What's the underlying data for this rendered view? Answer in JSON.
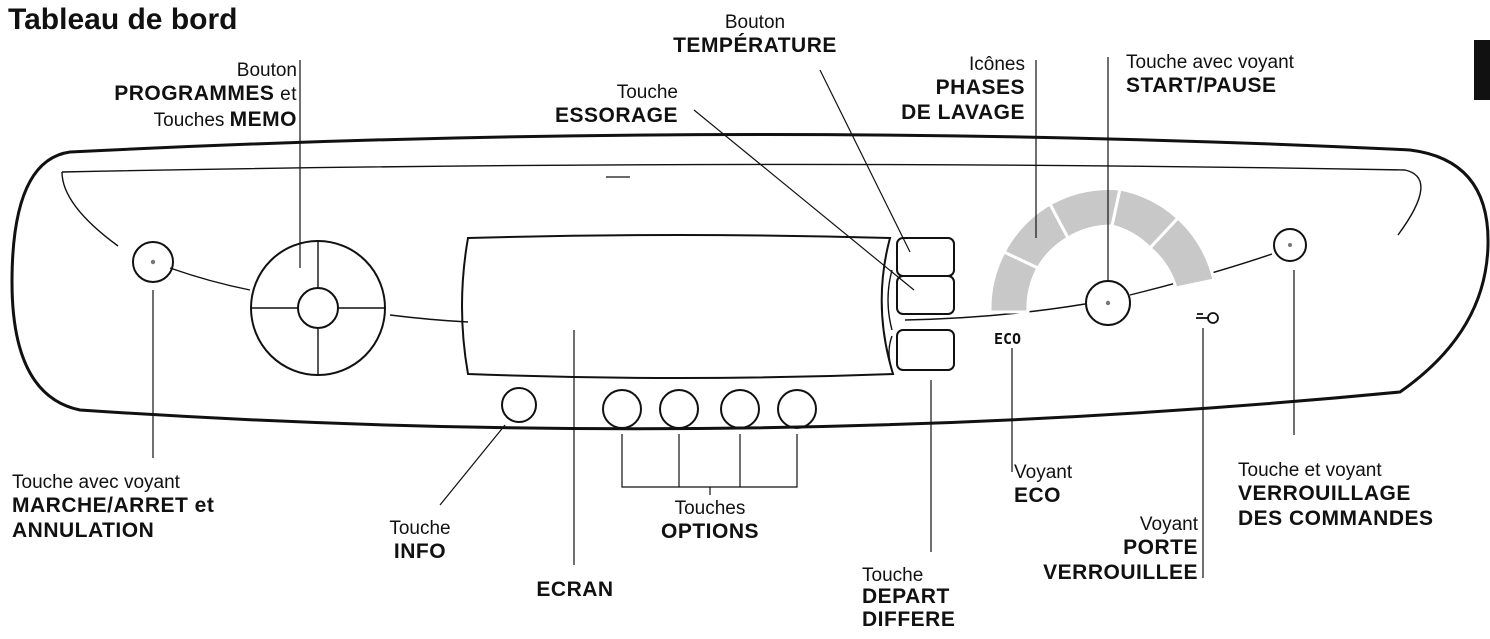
{
  "title": "Tableau de bord",
  "eco_mark": "ECO",
  "labels": {
    "programmes": {
      "l1": "Bouton",
      "l2a": "PROGRAMMES",
      "l2b": " et",
      "l3a": "Touches ",
      "l3b": "MEMO"
    },
    "essorage": {
      "l1": "Touche",
      "l2": "ESSORAGE"
    },
    "temperature": {
      "l1": "Bouton",
      "l2": "TEMPÉRATURE"
    },
    "phases": {
      "l1": "Icônes",
      "l2": "PHASES",
      "l3": "DE LAVAGE"
    },
    "start": {
      "l1": "Touche avec voyant",
      "l2": "START/PAUSE"
    },
    "marche": {
      "l1": "Touche avec voyant",
      "l2": "MARCHE/ARRET et",
      "l3": "ANNULATION"
    },
    "info": {
      "l1": "Touche",
      "l2": "INFO"
    },
    "ecran": {
      "l1": "ECRAN"
    },
    "options": {
      "l1": "Touches",
      "l2": "OPTIONS"
    },
    "depart": {
      "l1": "Touche",
      "l2": "DEPART",
      "l3": "DIFFERE"
    },
    "eco": {
      "l1": "Voyant",
      "l2": "ECO"
    },
    "porte": {
      "l1": "Voyant",
      "l2": "PORTE",
      "l3": "VERROUILLEE"
    },
    "verrouillage": {
      "l1": "Touche et voyant",
      "l2": "VERROUILLAGE",
      "l3": "DES COMMANDES"
    }
  },
  "colors": {
    "stroke": "#111111",
    "phase_arc": "#c8c8c8",
    "background": "#ffffff"
  }
}
